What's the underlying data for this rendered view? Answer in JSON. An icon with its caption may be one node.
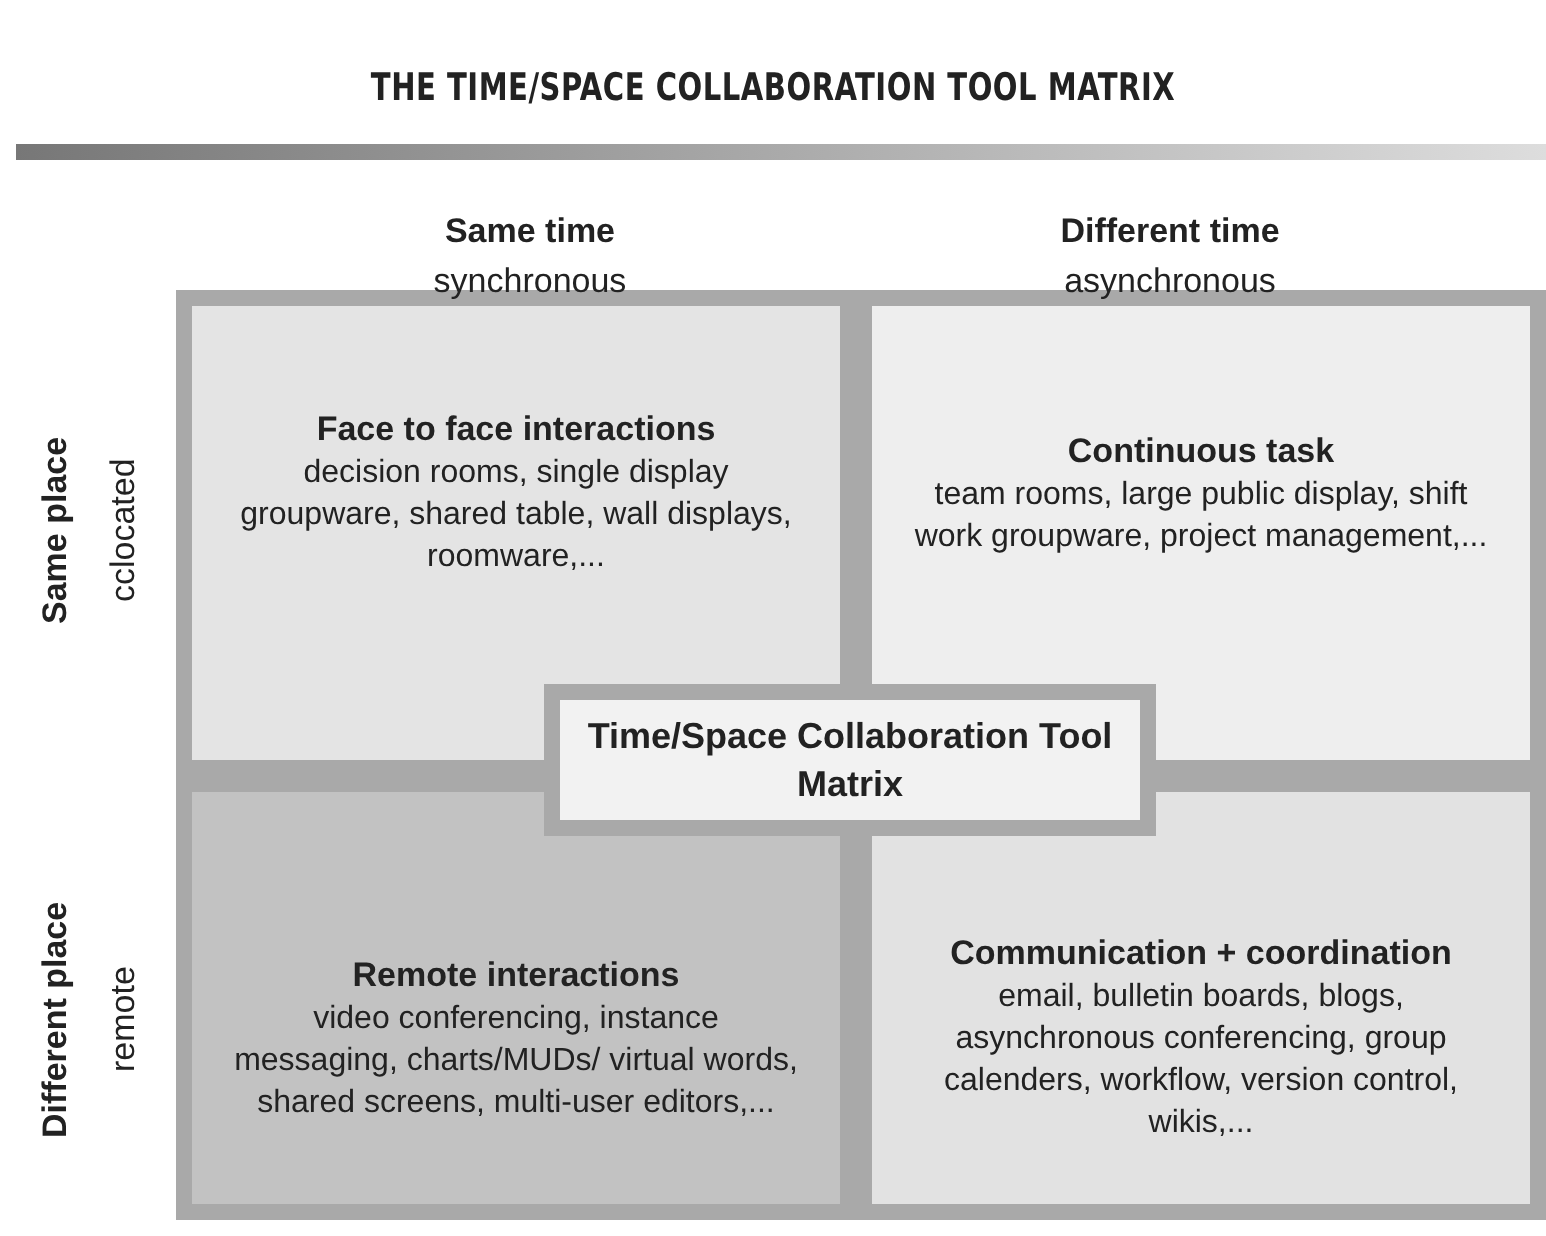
{
  "diagram": {
    "title": "THE TIME/SPACE COLLABORATION TOOL MATRIX",
    "nodes": [
      {
        "text": [
          "Face to face interactions",
          "decision rooms, single display groupware, shared table, wall displays, roomware,..."
        ]
      },
      {
        "text": [
          "Continuous task",
          "team rooms, large public display, shift work groupware, project management,..."
        ]
      },
      {
        "text": [
          "Remote interactions",
          "video conferencing, instance messaging, charts/MUDs/ virtual words, shared screens, multi-user editors,..."
        ]
      },
      {
        "text": [
          "Communication + coordination",
          "email, bulletin boards, blogs, asynchronous conferencing, group calenders, workflow, version control, wikis,..."
        ]
      },
      {
        "text": [
          "Time/Space Collaboration Tool Matrix"
        ]
      }
    ],
    "edges": [],
    "labels": [
      "Same time",
      "synchronous",
      "Different time",
      "asynchronous",
      "Same place",
      "cclocated",
      "Different place",
      "remote"
    ]
  }
}
